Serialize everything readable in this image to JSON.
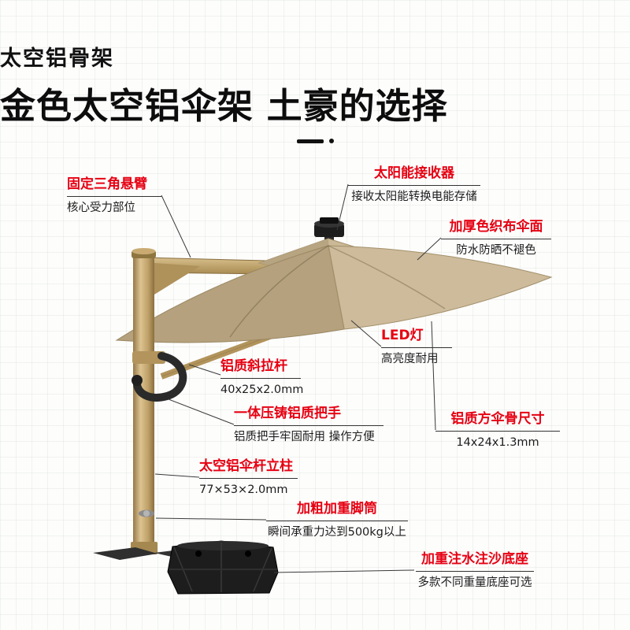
{
  "header": {
    "small_title": "太空铝骨架",
    "headline": "金色太空铝伞架 土豪的选择"
  },
  "colors": {
    "accent_red": "#e60012",
    "canopy": "#cbb896",
    "canopy_shadow": "#b5a17d",
    "frame_gold": "#bfa267",
    "base_black": "#1d1d1d",
    "line_color": "#3a3a3a"
  },
  "callouts": [
    {
      "id": "arm",
      "title": "固定三角悬臂",
      "subtitle": "核心受力部位"
    },
    {
      "id": "solar",
      "title": "太阳能接收器",
      "subtitle": "接收太阳能转换电能存储"
    },
    {
      "id": "fabric",
      "title": "加厚色织布伞面",
      "subtitle": "防水防晒不褪色"
    },
    {
      "id": "led",
      "title": "LED灯",
      "subtitle": "高亮度耐用"
    },
    {
      "id": "strut",
      "title": "铝质斜拉杆",
      "subtitle": "40x25x2.0mm"
    },
    {
      "id": "handle",
      "title": "一体压铸铝质把手",
      "subtitle": "铝质把手牢固耐用 操作方便"
    },
    {
      "id": "pole",
      "title": "太空铝伞杆立柱",
      "subtitle": "77×53×2.0mm"
    },
    {
      "id": "ribs",
      "title": "铝质方伞骨尺寸",
      "subtitle": "14x24x1.3mm"
    },
    {
      "id": "foot",
      "title": "加粗加重脚筒",
      "subtitle": "瞬间承重力达到500kg以上"
    },
    {
      "id": "base",
      "title": "加重注水注沙底座",
      "subtitle": "多款不同重量底座可选"
    }
  ]
}
